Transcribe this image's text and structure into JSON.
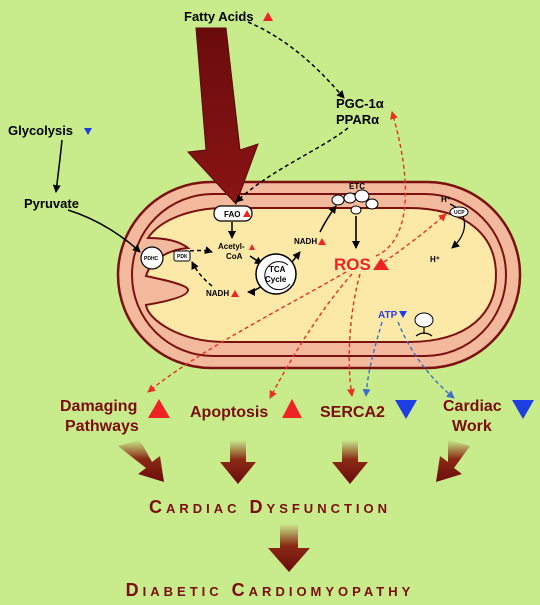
{
  "labels": {
    "fatty_acids": "Fatty Acids",
    "pgc1a": "PGC-1α",
    "ppara": "PPARα",
    "glycolysis": "Glycolysis",
    "pyruvate": "Pyruvate",
    "fao": "FAO",
    "acetyl": "Acetyl-",
    "coa": "CoA",
    "tca": "TCA",
    "cycle": "Cycle",
    "nadh_top": "NADH",
    "nadh_bottom": "NADH",
    "pdhc": "PDHC",
    "pdk": "PDK",
    "etc": "ETC",
    "ros": "ROS",
    "h_plus_top": "H⁺",
    "h_plus_bottom": "H⁺",
    "ucp": "UCP",
    "atp": "ATP",
    "damaging_1": "Damaging",
    "damaging_2": "Pathways",
    "apoptosis": "Apoptosis",
    "serca2": "SERCA2",
    "cardiac_1": "Cardiac",
    "cardiac_2": "Work",
    "cardiac_dysfunction": "Cardiac Dysfunction",
    "diabetic_cm": "Diabetic Cardiomyopathy"
  },
  "colors": {
    "background": "#c8eb8c",
    "outer_membrane": "#f2b99c",
    "matrix": "#fce9a7",
    "membrane_stroke": "#7a1010",
    "dark_red": "#7a0d0d",
    "up_marker": "#ee2424",
    "down_marker": "#1d3ee0",
    "ros_text": "#ee2424",
    "atp_text": "#2a44d8",
    "red_dashed": "#e83020",
    "blue_dashed": "#3f6fc7"
  }
}
